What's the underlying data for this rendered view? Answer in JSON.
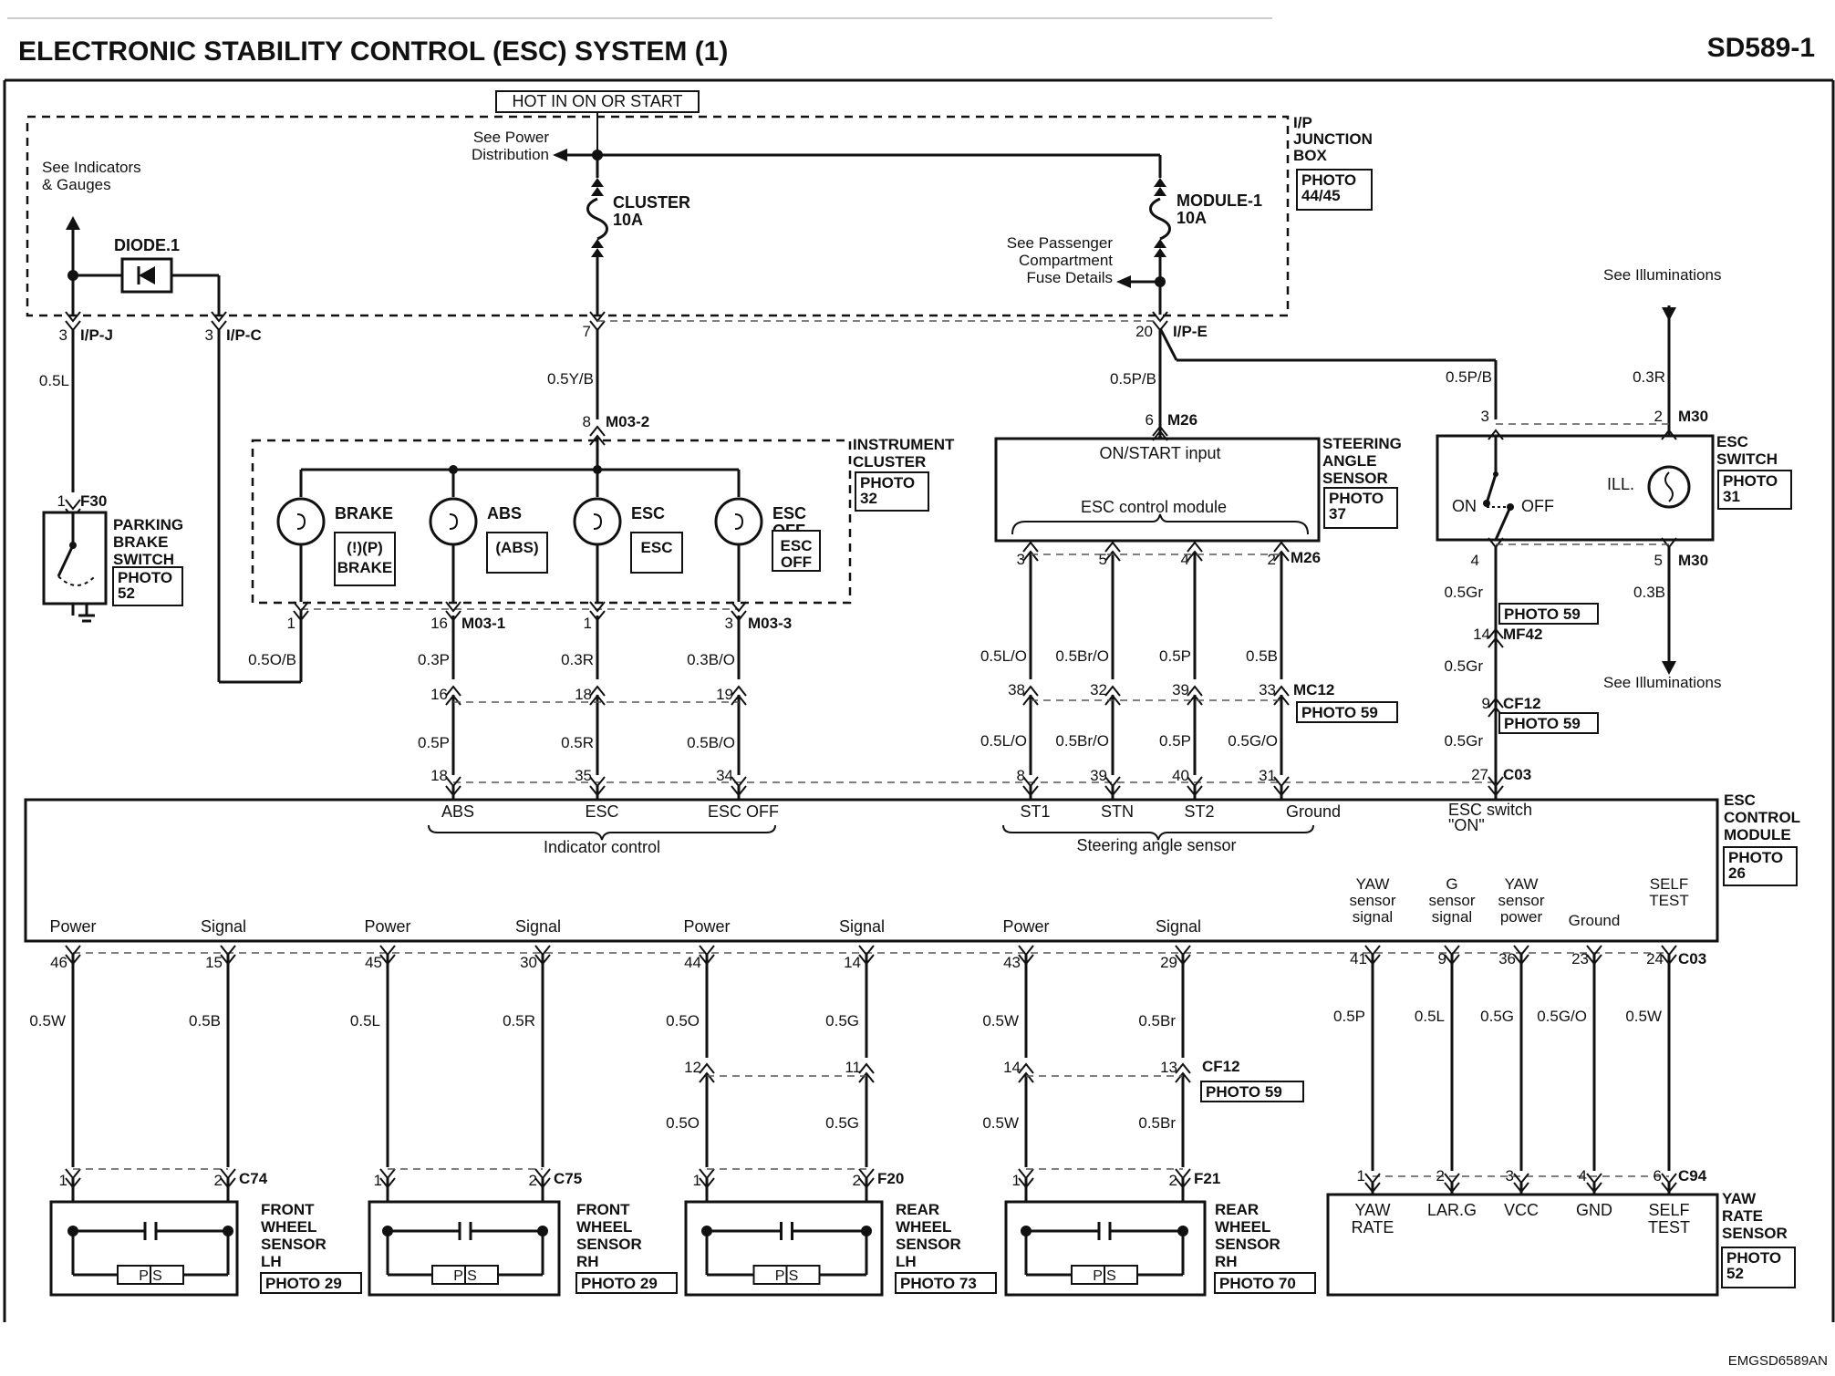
{
  "header": {
    "title": "ELECTRONIC STABILITY CONTROL (ESC) SYSTEM (1)",
    "code": "SD589-1",
    "footer_code": "EMGSD6589AN"
  },
  "junction": {
    "hot_label": "HOT IN ON OR START",
    "name": "I/P\nJUNCTION\nBOX",
    "photo": "PHOTO\n44/45",
    "see_power": "See Power\nDistribution",
    "see_indicators": "See Indicators\n& Gauges",
    "diode": "DIODE.1",
    "fuse1": {
      "name": "CLUSTER",
      "rating": "10A"
    },
    "fuse2": {
      "name": "MODULE-1",
      "rating": "10A"
    },
    "see_pass": "See Passenger\nCompartment\nFuse Details",
    "pins": {
      "ipj": "3",
      "ipj_label": "I/P-J",
      "ipc": "3",
      "ipc_label": "I/P-C",
      "cluster": "7",
      "module": "20",
      "ipe_label": "I/P-E"
    }
  },
  "parking_brake": {
    "wire": "0.5L",
    "pin": "1",
    "conn": "F30",
    "name": "PARKING\nBRAKE\nSWITCH",
    "photo": "PHOTO\n52"
  },
  "cluster": {
    "name": "INSTRUMENT\nCLUSTER",
    "photo": "PHOTO\n32",
    "feed_wire": "0.5Y/B",
    "feed_pin": "8",
    "feed_conn": "M03-2",
    "lamps": [
      {
        "title": "BRAKE",
        "sym": "(!)(P)",
        "sub": "BRAKE"
      },
      {
        "title": "ABS",
        "sym": "(ABS)",
        "sub": ""
      },
      {
        "title": "ESC",
        "sym": "ESC",
        "sub": ""
      },
      {
        "title": "ESC\nOFF",
        "sym": "ESC\nOFF",
        "sub": ""
      }
    ],
    "pin_labels": [
      "1",
      "16",
      "M03-1",
      "1",
      "3",
      "M03-3"
    ],
    "wires_top": [
      "0.5O/B",
      "0.3P",
      "0.3R",
      "0.3B/O"
    ],
    "mid_pins": [
      "16",
      "18",
      "19"
    ],
    "wires_bot": [
      "0.5P",
      "0.5R",
      "0.5B/O"
    ],
    "ecm_pins": [
      "18",
      "35",
      "34"
    ]
  },
  "steering": {
    "name": "STEERING\nANGLE\nSENSOR",
    "photo": "PHOTO\n37",
    "feed_wire": "0.5P/B",
    "feed_pin": "6",
    "feed_conn": "M26",
    "input_label": "ON/START input",
    "module_label": "ESC control module",
    "pins_top": [
      "3",
      "5",
      "4",
      "2"
    ],
    "conn": "M26",
    "wires_top": [
      "0.5L/O",
      "0.5Br/O",
      "0.5P",
      "0.5B"
    ],
    "mid_pins": [
      "38",
      "32",
      "39",
      "33"
    ],
    "mid_conn": "MC12",
    "mid_photo": "PHOTO 59",
    "wires_bot": [
      "0.5L/O",
      "0.5Br/O",
      "0.5P",
      "0.5G/O"
    ],
    "ecm_pins": [
      "8",
      "39",
      "40",
      "31"
    ]
  },
  "esc_switch": {
    "name": "ESC\nSWITCH",
    "photo": "PHOTO\n31",
    "feed_wire": "0.5P/B",
    "ill_wire": "0.3R",
    "see_illum": "See Illuminations",
    "pin_a": "3",
    "pin_b": "2",
    "conn": "M30",
    "on": "ON",
    "off": "OFF",
    "ill": "ILL.",
    "pin_c": "4",
    "pin_d": "5",
    "conn2": "M30",
    "wire_c": "0.5Gr",
    "wire_d": "0.3B",
    "photo59": "PHOTO 59",
    "mf_pin": "14",
    "mf_conn": "MF42",
    "wire_e": "0.5Gr",
    "cf_pin": "9",
    "cf_conn": "CF12",
    "cf_photo": "PHOTO 59",
    "wire_f": "0.5Gr",
    "ecm_pin": "27",
    "ecm_conn": "C03",
    "see_illum2": "See Illuminations"
  },
  "ecm": {
    "name": "ESC\nCONTROL\nMODULE",
    "photo": "PHOTO\n26",
    "top_labels": [
      "ABS",
      "ESC",
      "ESC OFF",
      "ST1",
      "STN",
      "ST2",
      "Ground"
    ],
    "indicator_control": "Indicator control",
    "steering_label": "Steering angle sensor",
    "esc_switch_on": "ESC switch\n\"ON\"",
    "bottom_labels": [
      "Power",
      "Signal",
      "Power",
      "Signal",
      "Power",
      "Signal",
      "Power",
      "Signal"
    ],
    "yaw_labels": [
      "YAW\nsensor\nsignal",
      "G\nsensor\nsignal",
      "YAW\nsensor\npower",
      "Ground",
      "SELF\nTEST"
    ],
    "bottom_conn": "C03"
  },
  "wheel_sensors": [
    {
      "pins": [
        "46",
        "15"
      ],
      "wires": [
        "0.5W",
        "0.5B"
      ],
      "conn_pins": [
        "1",
        "2"
      ],
      "conn": "C74",
      "name": "FRONT\nWHEEL\nSENSOR\nLH",
      "photo": "PHOTO 29"
    },
    {
      "pins": [
        "45",
        "30"
      ],
      "wires": [
        "0.5L",
        "0.5R"
      ],
      "conn_pins": [
        "1",
        "2"
      ],
      "conn": "C75",
      "name": "FRONT\nWHEEL\nSENSOR\nRH",
      "photo": "PHOTO 29"
    },
    {
      "pins": [
        "44",
        "14"
      ],
      "wires": [
        "0.5O",
        "0.5G"
      ],
      "mid_pins": [
        "12",
        "11"
      ],
      "wires2": [
        "0.5O",
        "0.5G"
      ],
      "conn_pins": [
        "1",
        "2"
      ],
      "conn": "F20",
      "name": "REAR\nWHEEL\nSENSOR\nLH",
      "photo": "PHOTO 73"
    },
    {
      "pins": [
        "43",
        "29"
      ],
      "wires": [
        "0.5W",
        "0.5Br"
      ],
      "mid_pins": [
        "14",
        "13"
      ],
      "wires2": [
        "0.5W",
        "0.5Br"
      ],
      "conn_pins": [
        "1",
        "2"
      ],
      "conn": "F21",
      "name": "REAR\nWHEEL\nSENSOR\nRH",
      "photo": "PHOTO 70"
    }
  ],
  "cf12": {
    "conn": "CF12",
    "photo": "PHOTO 59"
  },
  "ps_label": "P  S",
  "yaw": {
    "ecm_pins": [
      "41",
      "9",
      "36",
      "23",
      "24"
    ],
    "wires": [
      "0.5P",
      "0.5L",
      "0.5G",
      "0.5G/O",
      "0.5W"
    ],
    "pins": [
      "1",
      "2",
      "3",
      "4",
      "6"
    ],
    "conn": "C94",
    "labels": [
      "YAW\nRATE",
      "LAR.G",
      "VCC",
      "GND",
      "SELF\nTEST"
    ],
    "name": "YAW\nRATE\nSENSOR",
    "photo": "PHOTO\n52"
  }
}
